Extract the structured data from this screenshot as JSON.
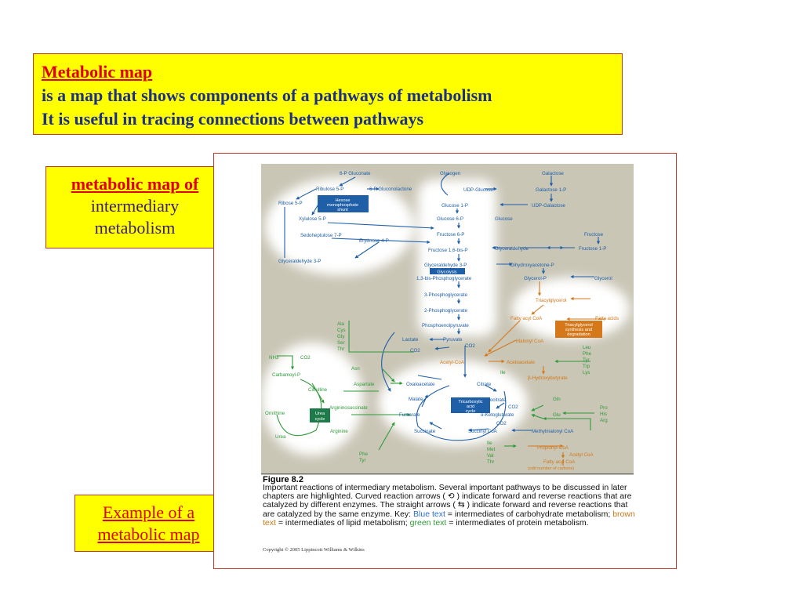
{
  "definition": {
    "term": "Metabolic map",
    "line1": "is a map that shows components of a pathways of metabolism",
    "line2": "It is useful in tracing connections between pathways"
  },
  "side_label": {
    "title": "metabolic map of",
    "line1": "intermediary",
    "line2": "metabolism"
  },
  "example_label": {
    "line1": "Example of a",
    "line2": "metabolic map"
  },
  "figure": {
    "title": "Figure 8.2",
    "caption_a": "Important reactions of intermediary metabolism. Several important pathways to be discussed in later chapters are highlighted. Curved reaction arrows ( ",
    "caption_b": " ) indicate forward and reverse reactions that are catalyzed by different enzymes. The straight arrows ( ",
    "caption_c": " ) indicate forward and reverse reactions that are catalyzed by the same enzyme. Key: ",
    "blue_text": "Blue text",
    "caption_d": " = intermediates of carbohydrate metabolism; ",
    "brown_text": "brown text",
    "caption_e": " = intermediates of lipid metabolism; ",
    "green_text": "green text",
    "caption_f": " = intermediates of protein metabolism.",
    "copyright": "Copyright © 2005 Lippincott Williams & Wilkins"
  },
  "colors": {
    "carbohydrate": "#1f5fa8",
    "lipid": "#d4781a",
    "protein": "#2f9a3a",
    "map_background": "#c9c6b6"
  },
  "map_labels": {
    "six_p_gluconate": "6-P Gluconate",
    "ribulose": "Ribulose 5-P",
    "gluconolactone": "6-P Gluconolactone",
    "ribose": "Ribose 5-P",
    "hms1": "Hexose",
    "hms2": "monophosphate",
    "hms3": "shunt",
    "xylulose": "Xylulose 5-P",
    "sedoheptulose": "Sedoheptulose 7-P",
    "erythrose": "Erythrose 4-P",
    "gald3p_left": "Glyceraldehyde 3-P",
    "glycogen": "Glycogen",
    "galactose": "Galactose",
    "udp_glucose": "UDP-Glucose",
    "galactose1p": "Galactose 1-P",
    "glucose1p": "Glucose 1-P",
    "udp_galactose": "UDP-Galactose",
    "glucose6p": "Glucose 6-P",
    "glucose": "Glucose",
    "fructose6p": "Fructose 6-P",
    "fructose16bp": "Fructose 1,6-bis-P",
    "glyceraldehyde": "Glyceraldehyde",
    "fructose": "Fructose",
    "fructose1p": "Fructose 1-P",
    "gald3p": "Glyceraldehyde 3-P",
    "dhap": "Dihydroxyacetone-P",
    "glycolysis": "Glycolysis",
    "bpg13": "1,3-bis-Phosphoglycerate",
    "glycerolp": "Glycerol-P",
    "glycerol": "Glycerol",
    "pg3": "3-Phosphoglycerate",
    "triacylglycerol": "Triacylglycerol",
    "pg2": "2-Phosphoglycerate",
    "fatty_acyl_coa": "Fatty acyl CoA",
    "fatty_acids": "Fatty acids",
    "pep": "Phosphoenolpyruvate",
    "tag1": "Triacylglycerol",
    "tag2": "synthesis and",
    "tag3": "degradation",
    "ala": "Ala",
    "cys": "Cys",
    "gly": "Gly",
    "ser": "Ser",
    "thr": "Thr",
    "lactate": "Lactate",
    "pyruvate": "Pyruvate",
    "malonyl_coa": "Malonyl CoA",
    "co2_a": "CO2",
    "co2_b": "CO2",
    "leu": "Leu",
    "phe": "Phe",
    "tyr": "Tyr",
    "trp": "Trp",
    "lys": "Lys",
    "nh3": "NH3",
    "co2_c": "CO2",
    "acetyl_coa": "Acetyl-CoA",
    "acetoacetate": "Acetoacetate",
    "carbamoyl_p": "Carbamoyl-P",
    "asn": "Asn",
    "ile_a": "Ile",
    "hydroxybutyrate": "β-Hydroxybutyrate",
    "aspartate": "Aspartate",
    "oxaloacetate": "Oxaloacetate",
    "citrate": "Citrate",
    "citrulline": "Citrulline",
    "malate": "Malate",
    "tca1": "Tricarboxylic",
    "tca2": "acid",
    "tca3": "cycle",
    "isocitrate": "Isocitrate",
    "gln": "Gln",
    "co2_d": "CO2",
    "glu": "Glu",
    "fumarate": "Fumarate",
    "argininosuccinate": "Argininosuccinate",
    "ketoglutarate": "α-Ketoglutarate",
    "pro": "Pro",
    "his": "His",
    "arg_r": "Arg",
    "ornithine": "Ornithine",
    "urea1": "Urea",
    "urea2": "cycle",
    "co2_e": "CO2",
    "arginine": "Arginine",
    "succinate": "Succinate",
    "succinyl_coa": "Succinyl CoA",
    "methylmalonyl": "Methylmalonyl CoA",
    "urea": "Urea",
    "ile_b": "Ile",
    "met": "Met",
    "val": "Val",
    "thr_b": "Thr",
    "propionyl": "Propionyl-CoA",
    "acetyl_coa_b": "Acetyl CoA",
    "phe_b": "Phe",
    "tyr_b": "Tyr",
    "odd1": "Fatty acyl CoA",
    "odd2": "(odd number of carbons)"
  }
}
